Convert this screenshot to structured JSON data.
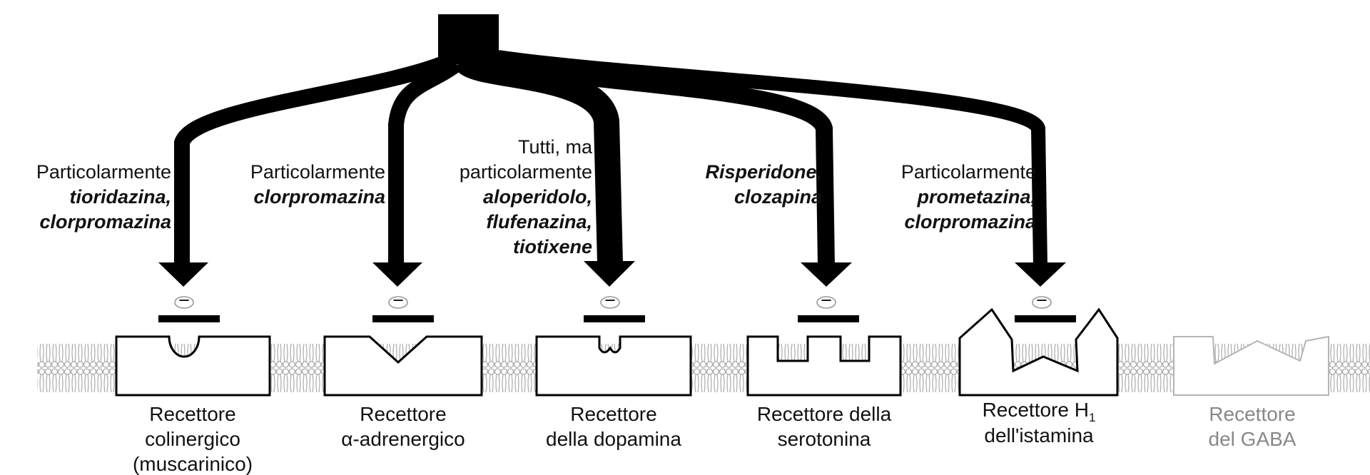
{
  "drug_labels": [
    {
      "id": "muscarinic",
      "lines": [
        {
          "text": "Particolarmente",
          "italic": false
        },
        {
          "text": "tioridazina,",
          "italic": true
        },
        {
          "text": "clorpromazina",
          "italic": true
        }
      ]
    },
    {
      "id": "alpha",
      "lines": [
        {
          "text": "Particolarmente",
          "italic": false
        },
        {
          "text": "clorpromazina",
          "italic": true
        }
      ]
    },
    {
      "id": "dopamine",
      "lines": [
        {
          "text": "Tutti, ma",
          "italic": false
        },
        {
          "text": "particolarmente",
          "italic": false
        },
        {
          "text": "aloperidolo,",
          "italic": true
        },
        {
          "text": "flufenazina,",
          "italic": true
        },
        {
          "text": "tiotixene",
          "italic": true
        }
      ]
    },
    {
      "id": "serotonin",
      "lines": [
        {
          "text": "Risperidone,",
          "italic": true
        },
        {
          "text": "clozapina",
          "italic": true
        }
      ]
    },
    {
      "id": "histamine",
      "lines": [
        {
          "text": "Particolarmente",
          "italic": false
        },
        {
          "text": "prometazina,",
          "italic": true
        },
        {
          "text": "clorpromazina",
          "italic": true
        }
      ]
    }
  ],
  "receptor_labels": [
    {
      "id": "muscarinic",
      "lines": [
        "Recettore",
        "colinergico",
        "(muscarinico)"
      ]
    },
    {
      "id": "alpha",
      "lines": [
        "Recettore",
        "α-adrenergico"
      ]
    },
    {
      "id": "dopamine",
      "lines": [
        "Recettore",
        "della dopamina"
      ]
    },
    {
      "id": "serotonin",
      "lines": [
        "Recettore della",
        "serotonina"
      ]
    },
    {
      "id": "histamine",
      "lines": [
        "Recettore H",
        "dell'istamina"
      ],
      "subscript": "1"
    },
    {
      "id": "gaba",
      "lines": [
        "Recettore",
        "del GABA"
      ],
      "faded": true
    }
  ],
  "inhibition_symbol": "−",
  "colors": {
    "ink": "#000000",
    "faded": "#999999",
    "membrane": "#b0b0b0"
  }
}
